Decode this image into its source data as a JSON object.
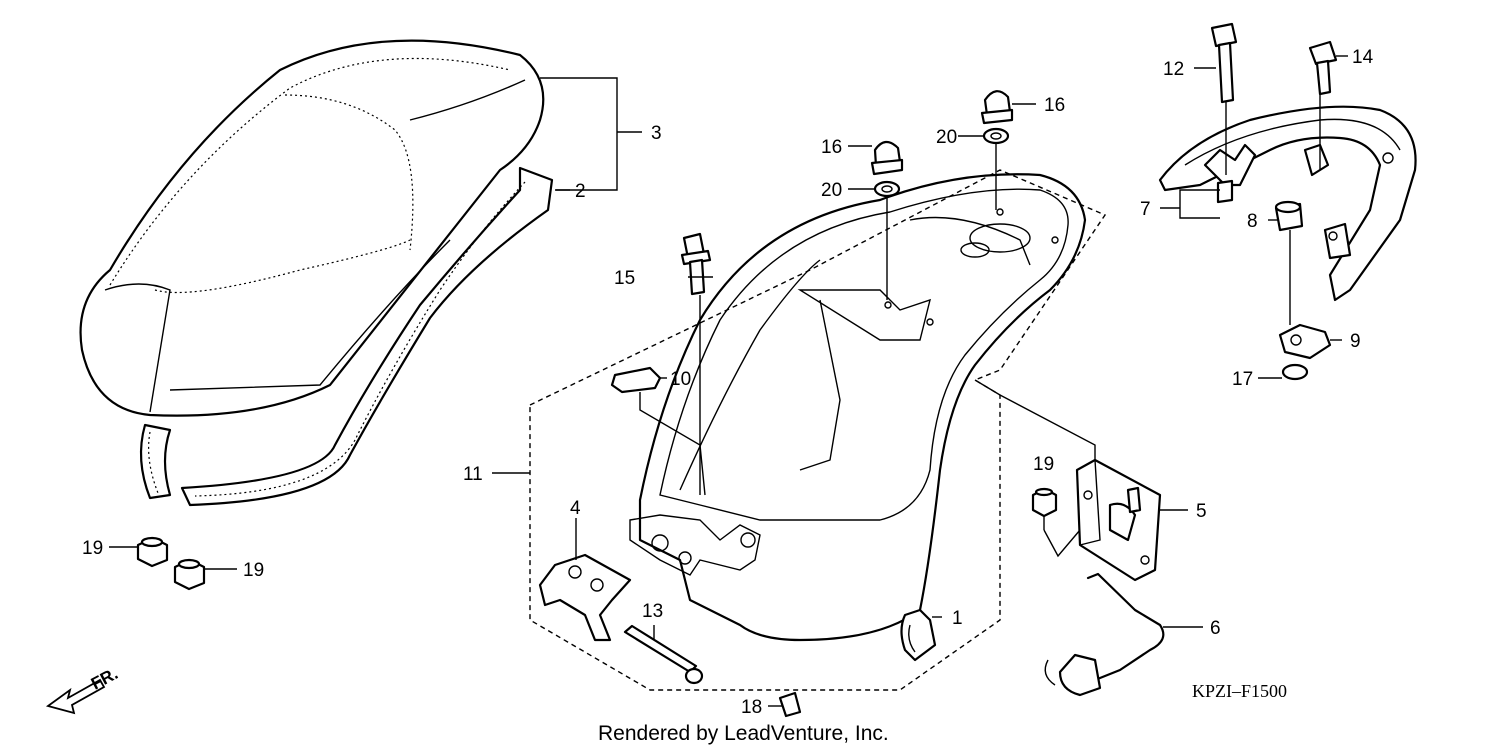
{
  "diagram_code": "KPZI–F1500",
  "credit": "Rendered by LeadVenture, Inc.",
  "direction_label": "FR.",
  "callouts": {
    "c1": "1",
    "c2": "2",
    "c3": "3",
    "c4": "4",
    "c5": "5",
    "c6": "6",
    "c7": "7",
    "c8": "8",
    "c9": "9",
    "c10": "10",
    "c11": "11",
    "c12": "12",
    "c13": "13",
    "c14": "14",
    "c15": "15",
    "c16a": "16",
    "c16b": "16",
    "c17": "17",
    "c18": "18",
    "c19a": "19",
    "c19b": "19",
    "c19c": "19",
    "c20a": "20",
    "c20b": "20"
  }
}
